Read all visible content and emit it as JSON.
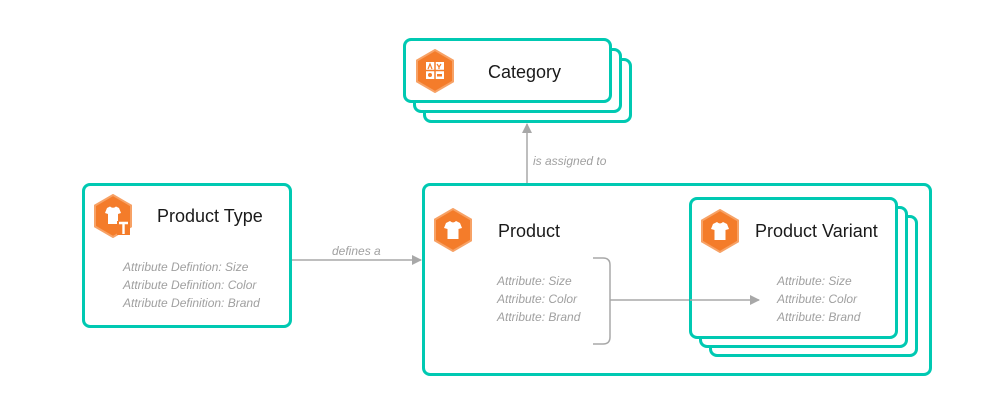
{
  "colors": {
    "border": "#00c9b2",
    "icon": "#f47c2a",
    "icon_rim": "#f7a266",
    "connector": "#a8a8a8",
    "title_text": "#1a1a1a",
    "attr_text": "#a0a0a0"
  },
  "nodes": {
    "category": {
      "title": "Category",
      "icon": "category-icon",
      "stacked": true
    },
    "product_type": {
      "title": "Product Type",
      "icon": "product-type-icon",
      "attributes": [
        "Attribute Defintion: Size",
        "Attribute Definition: Color",
        "Attribute Definition: Brand"
      ]
    },
    "product": {
      "title": "Product",
      "icon": "shirt-icon",
      "attributes": [
        "Attribute: Size",
        "Attribute: Color",
        "Attribute: Brand"
      ]
    },
    "product_variant": {
      "title": "Product Variant",
      "icon": "shirt-icon",
      "stacked": true,
      "attributes": [
        "Attribute: Size",
        "Attribute: Color",
        "Attribute: Brand"
      ]
    }
  },
  "edges": [
    {
      "from": "product_type",
      "to": "product",
      "label": "defines a"
    },
    {
      "from": "product",
      "to": "category",
      "label": "is assigned to"
    },
    {
      "from": "product.attributes",
      "to": "product_variant.attributes",
      "label": ""
    }
  ]
}
